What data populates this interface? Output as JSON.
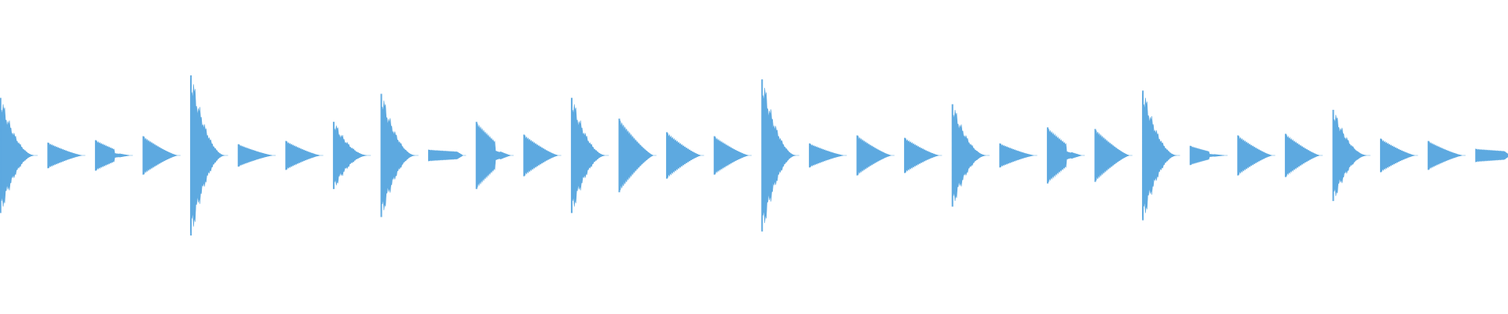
{
  "waveform": {
    "color": "#5DA9E0",
    "background": "#FFFFFF",
    "amplitude_range": [
      -1,
      1
    ],
    "hits": [
      {
        "peak": 0.72,
        "decay": "fast"
      },
      {
        "peak": 0.16,
        "decay": "slow"
      },
      {
        "peak": 0.19,
        "decay": "notch"
      },
      {
        "peak": 0.24,
        "decay": "slow"
      },
      {
        "peak": 1.0,
        "decay": "fast"
      },
      {
        "peak": 0.14,
        "decay": "slow"
      },
      {
        "peak": 0.18,
        "decay": "slow"
      },
      {
        "peak": 0.42,
        "decay": "fast"
      },
      {
        "peak": 0.77,
        "decay": "fast"
      },
      {
        "peak": 0.07,
        "decay": "flat"
      },
      {
        "peak": 0.42,
        "decay": "notch"
      },
      {
        "peak": 0.26,
        "decay": "slow"
      },
      {
        "peak": 0.72,
        "decay": "fast"
      },
      {
        "peak": 0.46,
        "decay": "slow"
      },
      {
        "peak": 0.29,
        "decay": "slow"
      },
      {
        "peak": 0.24,
        "decay": "slow"
      },
      {
        "peak": 0.95,
        "decay": "fast"
      },
      {
        "peak": 0.15,
        "decay": "slow"
      },
      {
        "peak": 0.25,
        "decay": "slow"
      },
      {
        "peak": 0.22,
        "decay": "slow"
      },
      {
        "peak": 0.64,
        "decay": "fast"
      },
      {
        "peak": 0.15,
        "decay": "slow"
      },
      {
        "peak": 0.35,
        "decay": "notch"
      },
      {
        "peak": 0.33,
        "decay": "slow"
      },
      {
        "peak": 0.81,
        "decay": "fast"
      },
      {
        "peak": 0.12,
        "decay": "notch"
      },
      {
        "peak": 0.25,
        "decay": "slow"
      },
      {
        "peak": 0.27,
        "decay": "slow"
      },
      {
        "peak": 0.57,
        "decay": "fast"
      },
      {
        "peak": 0.21,
        "decay": "slow"
      },
      {
        "peak": 0.18,
        "decay": "slow"
      },
      {
        "peak": 0.08,
        "decay": "flat"
      }
    ]
  }
}
